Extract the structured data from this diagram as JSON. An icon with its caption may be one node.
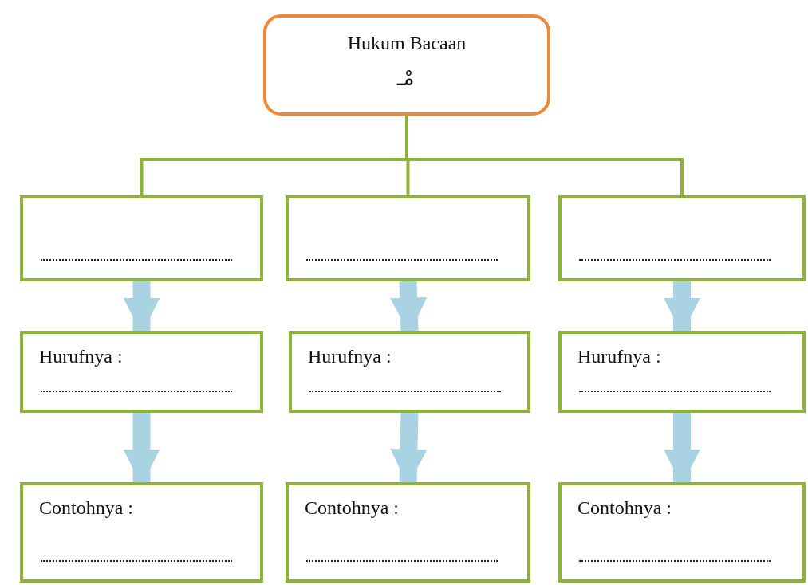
{
  "diagram": {
    "nodes": [
      {
        "text": [
          "Hukum Bacaan",
          "مْـ"
        ]
      },
      {
        "text": [],
        "shape": "box"
      },
      {
        "text": [],
        "shape": "box"
      },
      {
        "text": [],
        "shape": "box"
      },
      {
        "text": [
          "Hurufnya :"
        ]
      },
      {
        "text": [
          "Hurufnya :"
        ]
      },
      {
        "text": [
          "Hurufnya :"
        ]
      },
      {
        "text": [
          "Contohnya :"
        ]
      },
      {
        "text": [
          "Contohnya :"
        ]
      },
      {
        "text": [
          "Contohnya :"
        ]
      }
    ],
    "edges": [
      {
        "from": 0,
        "to": 1,
        "arrow": "none",
        "color": "#8db33a"
      },
      {
        "from": 0,
        "to": 2,
        "arrow": "none",
        "color": "#8db33a"
      },
      {
        "from": 0,
        "to": 3,
        "arrow": "none",
        "color": "#8db33a"
      },
      {
        "from": 1,
        "to": 4,
        "arrow": "to"
      },
      {
        "from": 2,
        "to": 5,
        "arrow": "to"
      },
      {
        "from": 3,
        "to": 6,
        "arrow": "to"
      },
      {
        "from": 4,
        "to": 7,
        "arrow": "to"
      },
      {
        "from": 5,
        "to": 8,
        "arrow": "to"
      },
      {
        "from": 6,
        "to": 9,
        "arrow": "to"
      }
    ]
  }
}
